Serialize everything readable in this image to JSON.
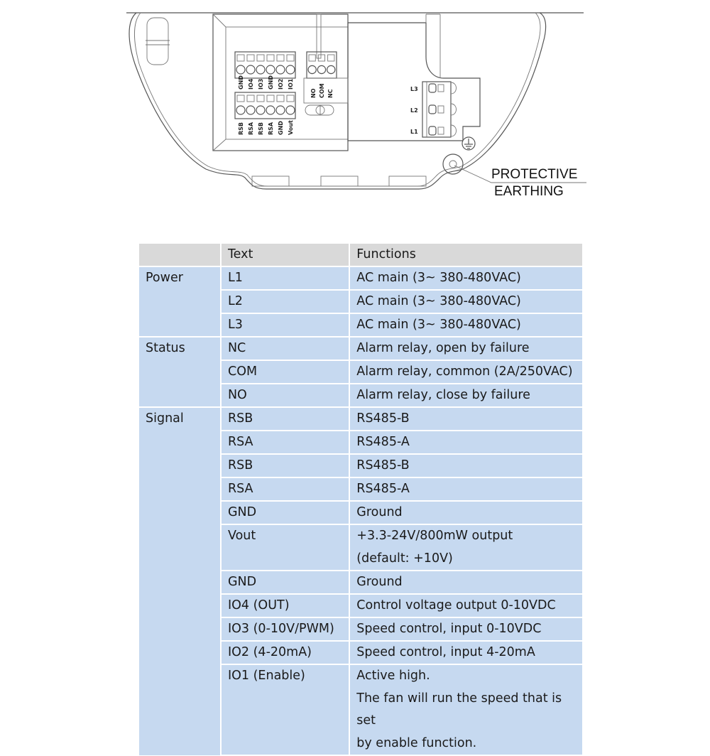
{
  "diagram": {
    "terminal_block_io_labels": [
      "GND",
      "IO4",
      "IO3",
      "GND",
      "IO2",
      "IO1"
    ],
    "terminal_block_signal_labels": [
      "RSB",
      "RSA",
      "RSB",
      "RSA",
      "GND",
      "Vout"
    ],
    "relay_labels": [
      "NO",
      "COM",
      "NC"
    ],
    "power_labels": [
      "L3",
      "L2",
      "L1"
    ],
    "earthing_label_line1": "PROTECTIVE",
    "earthing_label_line2": "EARTHING"
  },
  "table": {
    "headers": [
      "",
      "Text",
      "Functions"
    ],
    "groups": [
      {
        "name": "Power",
        "rows": [
          {
            "text": "L1",
            "function": [
              "AC main (3~ 380-480VAC)"
            ]
          },
          {
            "text": "L2",
            "function": [
              "AC main (3~ 380-480VAC)"
            ]
          },
          {
            "text": "L3",
            "function": [
              "AC main (3~ 380-480VAC)"
            ]
          }
        ]
      },
      {
        "name": "Status",
        "rows": [
          {
            "text": "NC",
            "function": [
              "Alarm relay, open by failure"
            ]
          },
          {
            "text": "COM",
            "function": [
              "Alarm relay, common (2A/250VAC)"
            ]
          },
          {
            "text": "NO",
            "function": [
              "Alarm relay, close by failure"
            ]
          }
        ]
      },
      {
        "name": "Signal",
        "rows": [
          {
            "text": "RSB",
            "function": [
              "RS485-B"
            ]
          },
          {
            "text": "RSA",
            "function": [
              "RS485-A"
            ]
          },
          {
            "text": "RSB",
            "function": [
              "RS485-B"
            ]
          },
          {
            "text": "RSA",
            "function": [
              "RS485-A"
            ]
          },
          {
            "text": "GND",
            "function": [
              "Ground"
            ]
          },
          {
            "text": "Vout",
            "function": [
              "+3.3-24V/800mW output",
              "(default: +10V)"
            ]
          },
          {
            "text": "GND",
            "function": [
              "Ground"
            ]
          },
          {
            "text": "IO4 (OUT)",
            "function": [
              "Control voltage output 0-10VDC"
            ]
          },
          {
            "text": "IO3 (0-10V/PWM)",
            "function": [
              "Speed control, input 0-10VDC"
            ]
          },
          {
            "text": "IO2 (4-20mA)",
            "function": [
              "Speed control, input 4-20mA"
            ]
          },
          {
            "text": "IO1 (Enable)",
            "function": [
              "Active high.",
              "The fan will run the speed that is set",
              "by enable function."
            ]
          }
        ]
      }
    ]
  }
}
